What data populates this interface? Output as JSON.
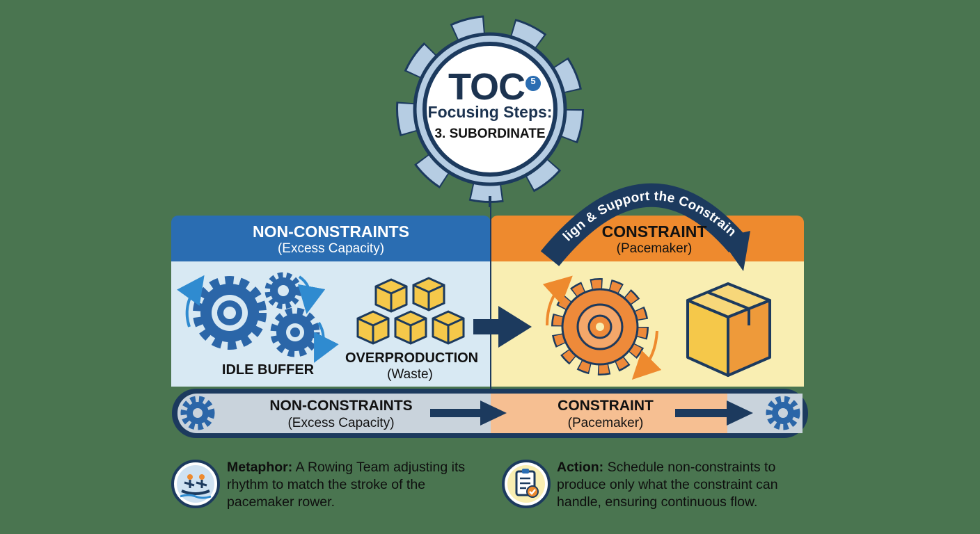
{
  "header": {
    "title": "TOC",
    "badge": "5",
    "subtitle": "Focusing Steps:",
    "step": "3. SUBORDINATE"
  },
  "panels": {
    "left": {
      "title": "NON-CONSTRAINTS",
      "subtitle": "(Excess Capacity)"
    },
    "right": {
      "title": "CONSTRAINT",
      "subtitle": "(Pacemaker)"
    }
  },
  "arc_label": "Align & Support the Constraint",
  "left_labels": {
    "idle": "IDLE BUFFER",
    "overproduction": "OVERPRODUCTION",
    "waste": "(Waste)"
  },
  "belt": {
    "left_title": "NON-CONSTRAINTS",
    "left_subtitle": "(Excess Capacity)",
    "right_title": "CONSTRAINT",
    "right_subtitle": "(Pacemaker)"
  },
  "footer": {
    "metaphor_label": "Metaphor:",
    "metaphor_text": " A Rowing Team adjusting its rhythm to match the stroke of the pacemaker rower.",
    "action_label": "Action:",
    "action_text": " Schedule non-constraints to produce only what the constraint can handle, ensuring continuous flow."
  },
  "colors": {
    "background": "#4a7550",
    "blue_header": "#2a6db2",
    "orange_header": "#ee8a2e",
    "light_blue_panel": "#d8e9f3",
    "light_yellow_panel": "#f9eeb2",
    "navy": "#1c3a5e",
    "gear_blue": "#2b66a8",
    "gear_orange": "#ee8a3a",
    "box_yellow": "#f5c84a"
  },
  "icons": [
    "gear-icon",
    "box-icon",
    "arrow-right-icon",
    "curved-arrow-icon",
    "rowing-team-icon",
    "clipboard-check-icon"
  ]
}
